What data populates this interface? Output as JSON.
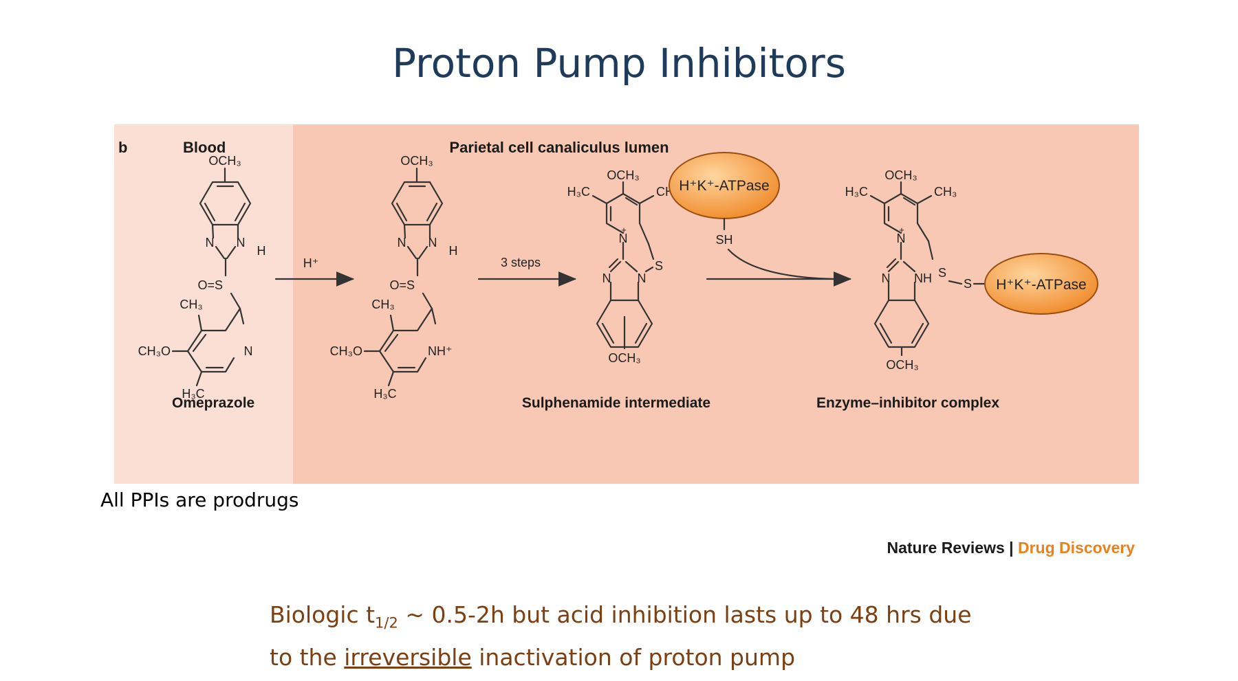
{
  "slide": {
    "title": "Proton Pump Inhibitors",
    "prodrug_note": "All PPIs are prodrugs",
    "note_line1_prefix": "Biologic t",
    "note_subscript": "1/2",
    "note_line1_suffix": " ~ 0.5-2h but acid inhibition lasts up to 48 hrs due",
    "note_line2_prefix": "to the ",
    "note_emphasis": "irreversible",
    "note_line2_suffix": " inactivation of proton pump"
  },
  "figure": {
    "panel_letter": "b",
    "blood_label": "Blood",
    "lumen_label": "Parietal cell canaliculus lumen",
    "blood_color": "#fbded4",
    "lumen_color": "#f9c8b4",
    "enzyme_color": "#f08a2a",
    "labels": {
      "och3": "OCH₃",
      "h3c": "H₃C",
      "ch3": "CH₃",
      "ch3o": "CH₃O",
      "n": "N",
      "h": "H",
      "so": "O=S",
      "nh_plus": "NH⁺",
      "n_plus": "N",
      "plus": "+",
      "s": "S",
      "nh": "NH",
      "sh": "SH"
    },
    "arrows": {
      "protonation": "H⁺",
      "steps": "3 steps"
    },
    "enzyme": "H⁺K⁺-ATPase",
    "captions": {
      "omeprazole": "Omeprazole",
      "sulphenamide": "Sulphenamide intermediate",
      "complex": "Enzyme–inhibitor complex"
    }
  },
  "credit": {
    "journal": "Nature Reviews",
    "separator": " | ",
    "section": "Drug Discovery"
  }
}
